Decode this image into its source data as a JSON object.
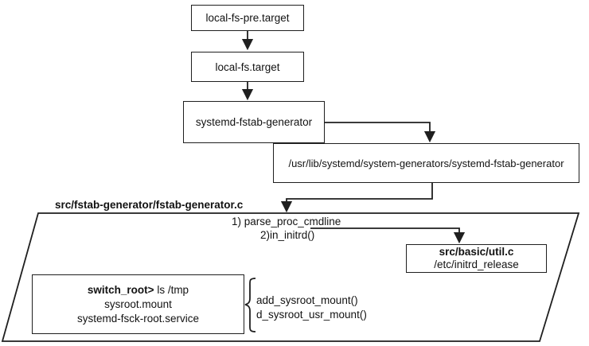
{
  "nodes": {
    "local_fs_pre_target": "local-fs-pre.target",
    "local_fs_target": "local-fs.target",
    "fstab_generator": "systemd-fstab-generator",
    "generator_path": "/usr/lib/systemd/system-generators/systemd-fstab-generator",
    "util_c": {
      "title": "src/basic/util.c",
      "file": "/etc/initrd_release"
    },
    "switch_root": {
      "prompt_bold": "switch_root>",
      "prompt_rest": " ls /tmp",
      "line2": "sysroot.mount",
      "line3": "systemd-fsck-root.service"
    }
  },
  "parallelogram": {
    "label": "src/fstab-generator/fstab-generator.c",
    "step1": "1) parse_proc_cmdline",
    "step2": "2)in_initrd()"
  },
  "brace_group": {
    "items": [
      "add_sysroot_mount()",
      "d_sysroot_usr_mount()"
    ]
  },
  "colors": {
    "stroke": "#1f1f1f",
    "text": "#121212",
    "background": "#ffffff"
  }
}
